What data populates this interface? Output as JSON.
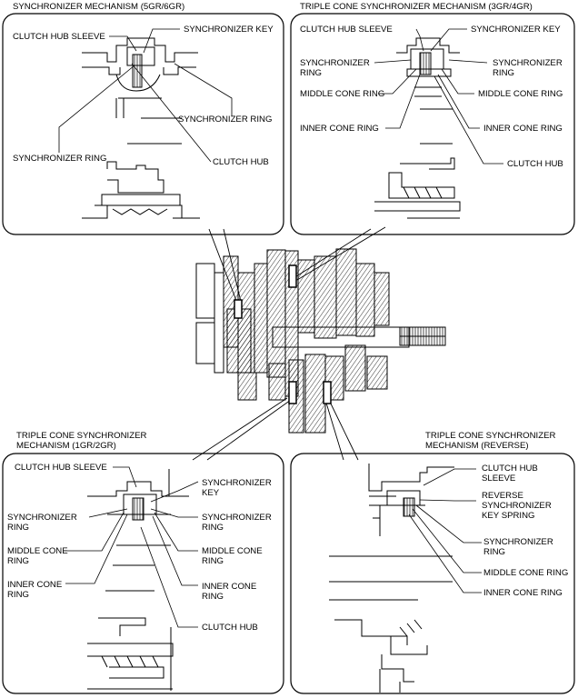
{
  "panels": {
    "top_left": {
      "title": "SYNCHRONIZER MECHANISM (5GR/6GR)",
      "labels": {
        "clutch_hub_sleeve": "CLUTCH HUB SLEEVE",
        "synchronizer_key": "SYNCHRONIZER KEY",
        "synchronizer_ring_right": "SYNCHRONIZER RING",
        "synchronizer_ring_left": "SYNCHRONIZER RING",
        "clutch_hub": "CLUTCH HUB"
      }
    },
    "top_right": {
      "title": "TRIPLE CONE SYNCHRONIZER MECHANISM (3GR/4GR)",
      "labels": {
        "clutch_hub_sleeve": "CLUTCH HUB SLEEVE",
        "synchronizer_key": "SYNCHRONIZER KEY",
        "synchronizer_ring_left": "SYNCHRONIZER\nRING",
        "synchronizer_ring_right": "SYNCHRONIZER\nRING",
        "middle_cone_ring_left": "MIDDLE CONE RING",
        "middle_cone_ring_right": "MIDDLE CONE RING",
        "inner_cone_ring_left": "INNER CONE RING",
        "inner_cone_ring_right": "INNER CONE RING",
        "clutch_hub": "CLUTCH HUB"
      }
    },
    "bottom_left": {
      "title": "TRIPLE CONE SYNCHRONIZER\nMECHANISM (1GR/2GR)",
      "labels": {
        "clutch_hub_sleeve": "CLUTCH HUB SLEEVE",
        "synchronizer_key": "SYNCHRONIZER\nKEY",
        "synchronizer_ring_left": "SYNCHRONIZER\nRING",
        "synchronizer_ring_right": "SYNCHRONIZER\nRING",
        "middle_cone_ring_left": "MIDDLE CONE\nRING",
        "middle_cone_ring_right": "MIDDLE CONE\nRING",
        "inner_cone_ring_left": "INNER CONE\nRING",
        "inner_cone_ring_right": "INNER CONE\nRING",
        "clutch_hub": "CLUTCH HUB"
      }
    },
    "bottom_right": {
      "title": "TRIPLE CONE SYNCHRONIZER\nMECHANISM (REVERSE)",
      "labels": {
        "clutch_hub_sleeve": "CLUTCH HUB\nSLEEVE",
        "reverse_key_spring": "REVERSE\nSYNCHRONIZER\nKEY SPRING",
        "synchronizer_ring": "SYNCHRONIZER\nRING",
        "middle_cone_ring": "MIDDLE CONE RING",
        "inner_cone_ring": "INNER CONE RING"
      }
    }
  }
}
